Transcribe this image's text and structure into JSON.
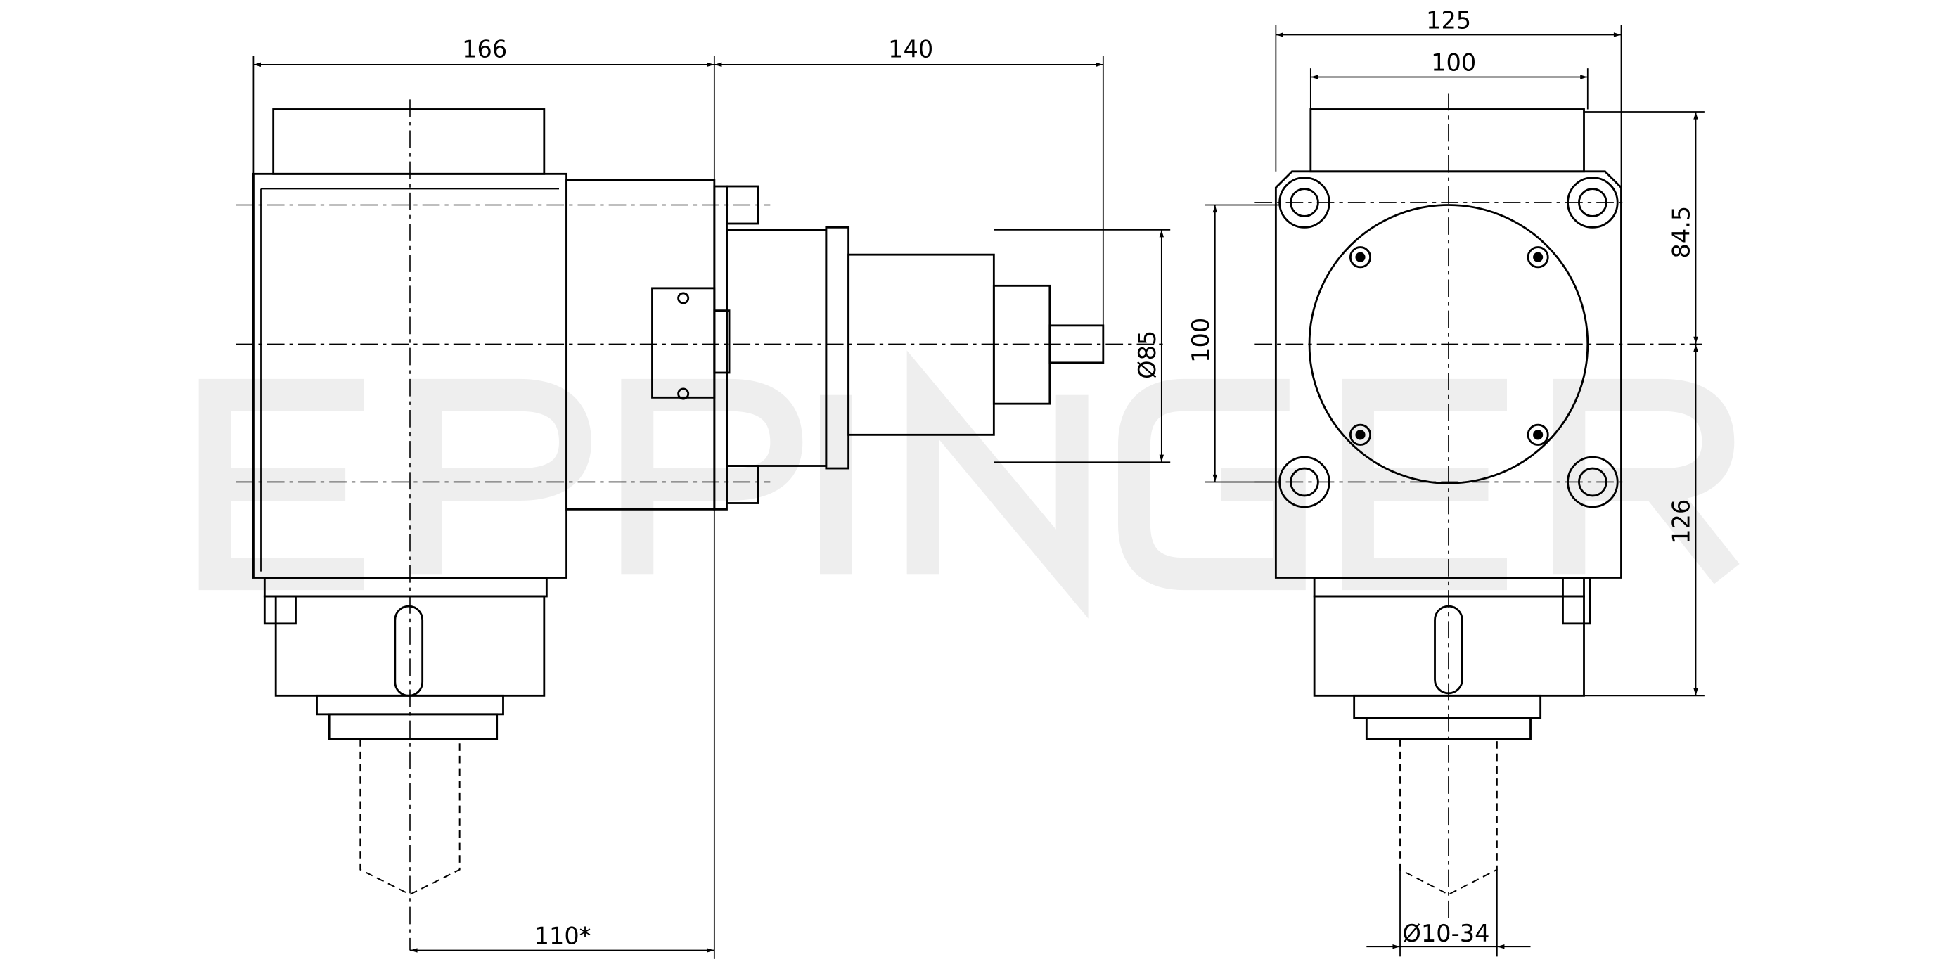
{
  "watermark": "EPPINGER",
  "side_view": {
    "dim_width_body": "166",
    "dim_length_motor": "140",
    "dim_diameter_motor": "Ø85",
    "dim_tool_offset": "110*"
  },
  "front_view": {
    "dim_width_outer": "125",
    "dim_width_inner": "100",
    "dim_height_bolts": "100",
    "dim_height_top": "84.5",
    "dim_height_bottom": "126",
    "dim_collet_range": "Ø10-34"
  }
}
